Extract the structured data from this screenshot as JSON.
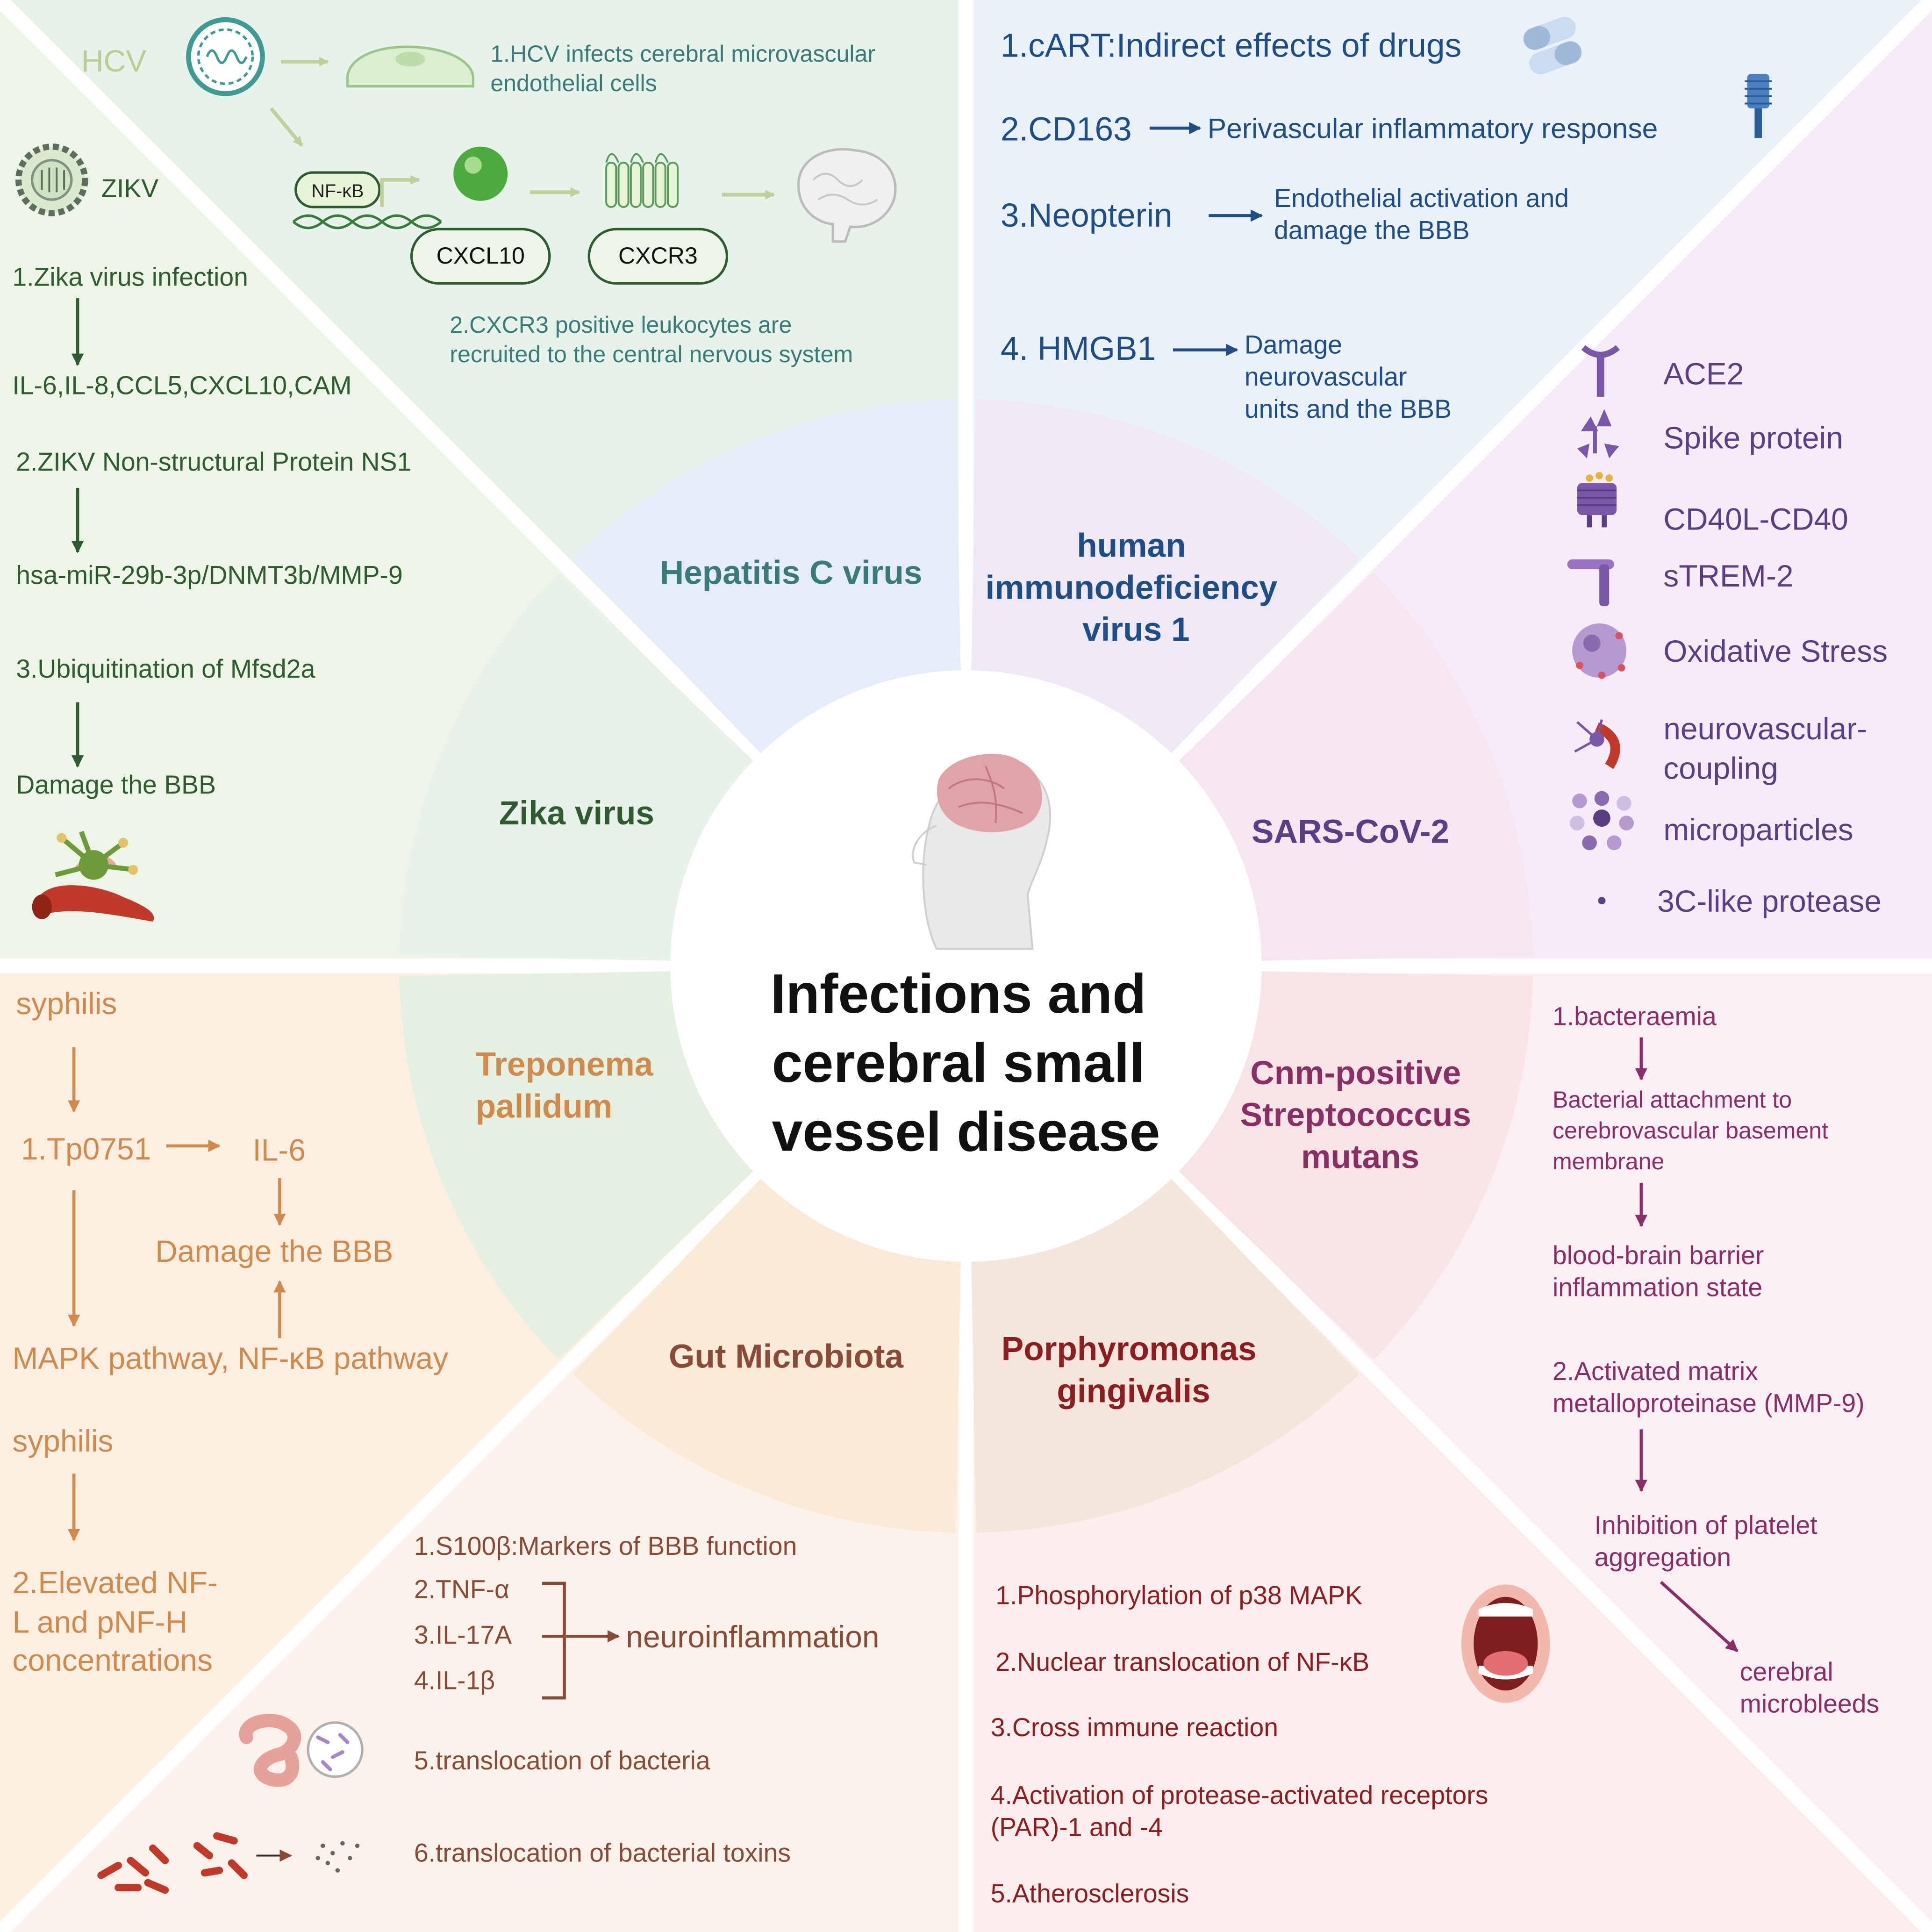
{
  "center_title": [
    "Infections and",
    "cerebral small",
    "vessel disease"
  ],
  "colors": {
    "hcv": "#3c7a7a",
    "zikv": "#2f5a32",
    "hiv": "#1f4e86",
    "sars": "#5a3f86",
    "treponema": "#d08a4e",
    "gut": "#8a4a38",
    "porphyromonas": "#8e1d22",
    "streptococcus": "#8a2e66"
  },
  "wedges": {
    "hcv": "Hepatitis C virus",
    "hiv": [
      "human",
      "immunodeficiency",
      "virus 1"
    ],
    "zika": "Zika virus",
    "sars": "SARS-CoV-2",
    "treponema": [
      "Treponema",
      "pallidum"
    ],
    "streptococcus": [
      "Cnm-positive",
      "Streptococcus",
      "mutans"
    ],
    "gut": "Gut Microbiota",
    "porphyromonas": [
      "Porphyromonas",
      "gingivalis"
    ]
  },
  "hcv": {
    "virus_label": "HCV",
    "step1": [
      "1.HCV infects cerebral microvascular",
      "endothelial cells"
    ],
    "nfkb": "NF-κB",
    "cxcl10": "CXCL10",
    "cxcr3": "CXCR3",
    "step2": [
      "2.CXCR3 positive leukocytes are",
      "recruited to the central nervous system"
    ]
  },
  "zikv": {
    "virus_label": "ZIKV",
    "step1": "1.Zika virus infection",
    "step1_result": "IL-6,IL-8,CCL5,CXCL10,CAM",
    "step2": "2.ZIKV Non-structural Protein NS1",
    "step2_result": "hsa-miR-29b-3p/DNMT3b/MMP-9",
    "step3": "3.Ubiquitination of Mfsd2a",
    "step3_result": "Damage the BBB"
  },
  "hiv": {
    "item1": "1.cART:Indirect effects of drugs",
    "item2": "2.CD163",
    "item2_result": "Perivascular inflammatory response",
    "item3": "3.Neopterin",
    "item3_result": [
      "Endothelial activation and",
      "damage the BBB"
    ],
    "item4": "4. HMGB1",
    "item4_result": [
      "Damage",
      "neurovascular",
      "units and the BBB"
    ]
  },
  "sars": {
    "items": [
      "ACE2",
      "Spike protein",
      "CD40L-CD40",
      "sTREM-2",
      "Oxidative Stress",
      [
        "neurovascular-",
        "coupling"
      ],
      "microparticles",
      "3C-like protease"
    ],
    "icons": [
      "ace2-receptor-icon",
      "spike-protein-icon",
      "cd40-receptor-icon",
      "strem2-receptor-icon",
      "oxidative-stress-cell-icon",
      "neuron-vessel-icon",
      "microparticles-icon",
      "bullet-dot-icon"
    ]
  },
  "treponema": {
    "syphilis1": "syphilis",
    "tp0751": "1.Tp0751",
    "il6": "IL-6",
    "damage": "Damage the BBB",
    "pathways": "MAPK pathway, NF-κB pathway",
    "syphilis2": "syphilis",
    "step2": [
      "2.Elevated NF-",
      "L and pNF-H",
      "concentrations"
    ]
  },
  "gut": {
    "s100": "1.S100β:Markers of BBB function",
    "tnf": "2.TNF-α",
    "il17": "3.IL-17A",
    "il1b": "4.IL-1β",
    "neuro": "neuroinflammation",
    "bact": "5.translocation of bacteria",
    "toxins": "6.translocation of bacterial toxins"
  },
  "porphyromonas": {
    "items": [
      "1.Phosphorylation of p38 MAPK",
      "2.Nuclear translocation of NF-κB",
      "3.Cross immune reaction",
      [
        "4.Activation of protease-activated receptors",
        "(PAR)-1 and -4"
      ],
      "5.Atherosclerosis"
    ]
  },
  "strep": {
    "step1": "1.bacteraemia",
    "attach": [
      "Bacterial attachment to",
      "cerebrovascular basement",
      "membrane"
    ],
    "bbb": [
      "blood-brain barrier",
      "inflammation state"
    ],
    "step2": [
      "2.Activated matrix",
      "metalloproteinase (MMP-9)"
    ],
    "inhibit": [
      "Inhibition of platelet",
      "aggregation"
    ],
    "microbleeds": [
      "cerebral",
      "microbleeds"
    ]
  }
}
